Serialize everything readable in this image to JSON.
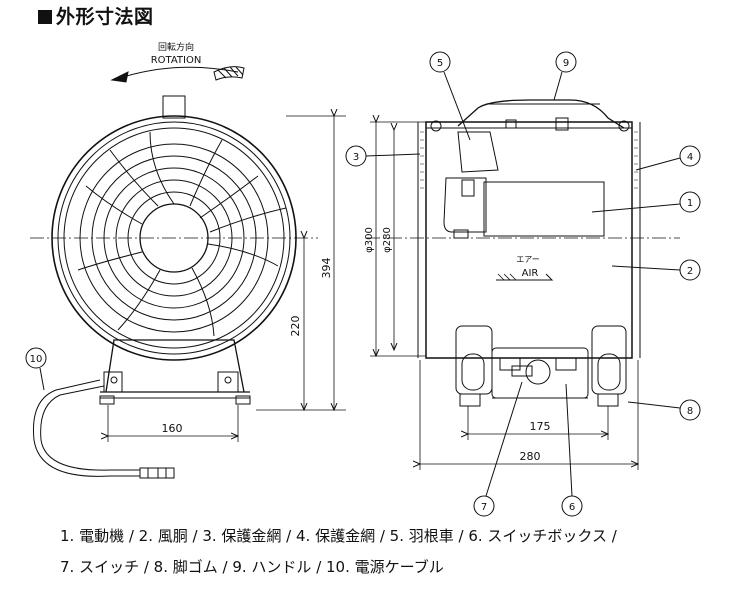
{
  "title": "外形寸法図",
  "rotation": {
    "label_jp": "回転方向",
    "label_en": "ROTATION"
  },
  "air": {
    "label_jp": "エアー",
    "label_en": "AIR"
  },
  "dimensions": {
    "height_total": "394",
    "height_center": "220",
    "base_width": "160",
    "outer_diameter": "φ300",
    "inner_diameter": "φ280",
    "feet_span": "175",
    "depth": "280"
  },
  "callouts": [
    "1",
    "2",
    "3",
    "4",
    "5",
    "6",
    "7",
    "8",
    "9",
    "10"
  ],
  "parts_caption": {
    "line1": "1. 電動機 / 2. 風胴 / 3. 保護金網 / 4. 保護金網 / 5. 羽根車 / 6. スイッチボックス /",
    "line2": "7. スイッチ / 8. 脚ゴム / 9. ハンドル / 10. 電源ケーブル"
  }
}
